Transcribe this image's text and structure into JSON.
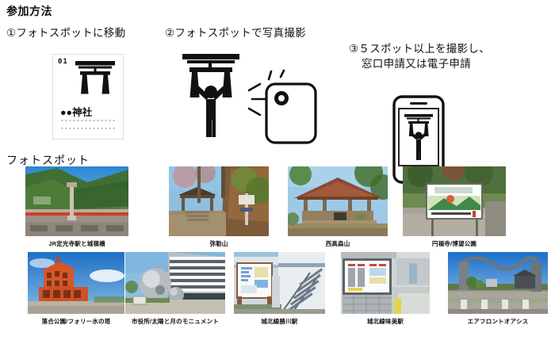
{
  "page_title": "参加方法",
  "steps": [
    {
      "id": "step-1",
      "label": "①フォトスポットに移動",
      "art": {
        "name": "shrine-placard",
        "number": "01",
        "shrine_name": "●●神社",
        "icon": "torii-gate-icon"
      }
    },
    {
      "id": "step-2",
      "label": "②フォトスポットで写真撮影",
      "art": {
        "name": "person-photographed-at-torii",
        "icons": [
          "torii-gate-icon",
          "person-icon",
          "smartphone-camera-icon",
          "flash-icon"
        ]
      }
    },
    {
      "id": "step-3",
      "label_line1": "③５スポット以上を撮影し、",
      "label_line2": "窓口申請又は電子申請",
      "art": {
        "name": "smartphone-showing-photo",
        "icons": [
          "smartphone-icon",
          "torii-gate-icon",
          "person-icon"
        ]
      }
    }
  ],
  "section_title": "フォトスポット",
  "photo_spots": {
    "row1": [
      {
        "caption": "JR定光寺駅と城嶺橋",
        "scene": "red-railing-bridge-green-hills"
      },
      {
        "caption": "弥勒山",
        "scene": "mountain-summit-gazebo-autumn-trees"
      },
      {
        "caption": "西高森山",
        "scene": "wooden-pavilion-blue-sky"
      },
      {
        "caption": "円福寺/博望公園",
        "scene": "park-signboard-illustration"
      }
    ],
    "row2": [
      {
        "caption": "落合公園/フォリー水の塔",
        "scene": "orange-brick-water-tower"
      },
      {
        "caption": "市役所/太陽と月のモニュメント",
        "scene": "metal-sphere-monument-city-hall"
      },
      {
        "caption": "城北線勝川駅",
        "scene": "station-noticeboard-stairs"
      },
      {
        "caption": "城北線味美駅",
        "scene": "station-platform-timetable"
      },
      {
        "caption": "エアフロントオアシス",
        "scene": "wavy-arch-gate-blue-sky"
      }
    ]
  },
  "colors": {
    "text": "#111111",
    "placard_border": "#cfe6cc",
    "sky_blue": "#3f9fe0",
    "foliage_green": "#4f8a3c",
    "bridge_red": "#c8402f",
    "tower_orange": "#d4572a"
  }
}
